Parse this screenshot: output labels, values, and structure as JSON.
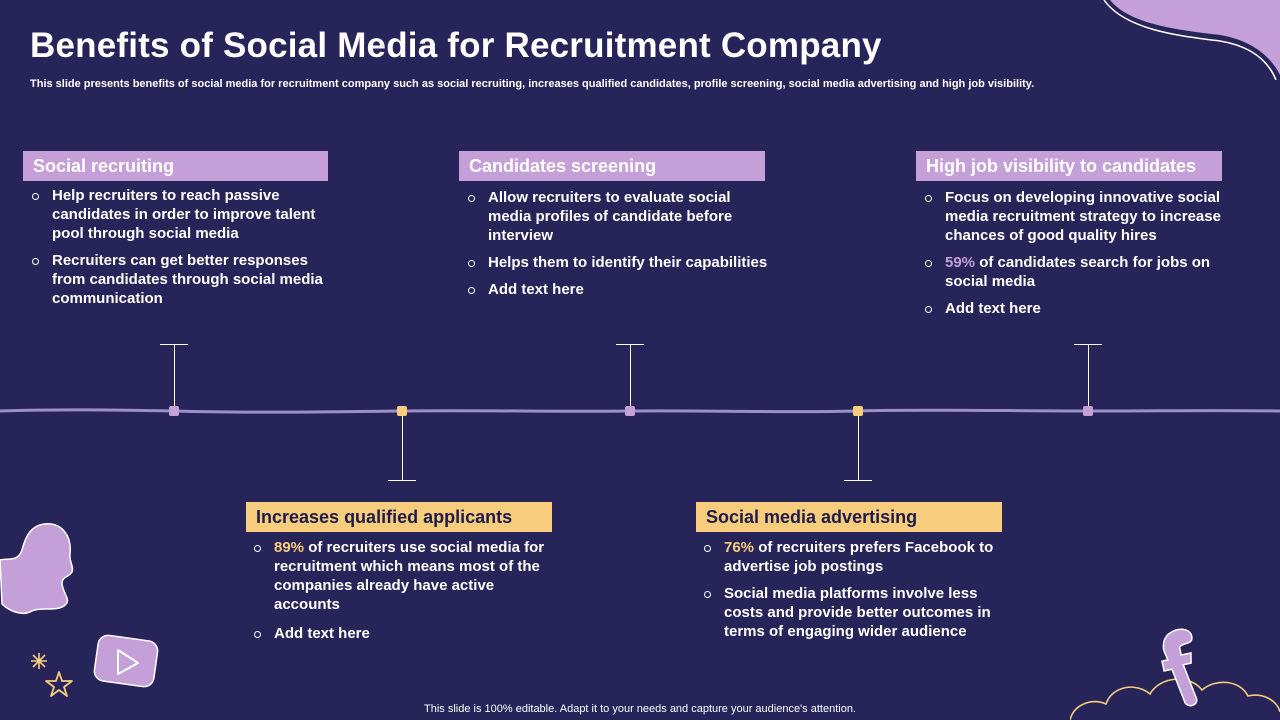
{
  "title": "Benefits of Social Media for Recruitment Company",
  "subtitle": "This slide presents benefits of social media for recruitment company such as social recruiting,  increases qualified candidates, profile screening, social media advertising and high job visibility.",
  "footer": "This slide is 100% editable. Adapt it to your needs and capture your audience's attention.",
  "items": [
    {
      "heading": "Social recruiting",
      "points": [
        "Help recruiters to reach passive candidates in order to improve talent pool through social media",
        "Recruiters can get better responses from candidates through social media communication"
      ]
    },
    {
      "heading": "Increases qualified applicants",
      "points": [
        {
          "pct": "89%",
          "text": " of recruiters use social media for recruitment which means most of the companies already have active accounts"
        },
        "Add text here"
      ]
    },
    {
      "heading": "Candidates screening",
      "points": [
        "Allow recruiters to evaluate social media profiles of candidate before interview",
        "Helps them to identify their capabilities",
        "Add text here"
      ]
    },
    {
      "heading": "Social media advertising",
      "points": [
        {
          "pct": "76%",
          "text": " of recruiters prefers Facebook to advertise job postings"
        },
        "Social media platforms involve less costs and provide better outcomes in terms of engaging wider audience"
      ]
    },
    {
      "heading": "High job visibility to candidates",
      "points": [
        "Focus on developing innovative social media recruitment strategy to increase chances of good quality hires",
        {
          "pct": "59%",
          "text": " of candidates search for jobs on social media"
        },
        "Add text here"
      ]
    }
  ],
  "colors": {
    "background": "#262459",
    "purple_accent": "#c59fd7",
    "yellow_accent": "#f7cc7c",
    "timeline": "#9d8fc7"
  },
  "decorations": [
    "snapchat-ghost-icon",
    "youtube-play-icon",
    "sparkle-icon",
    "star-icon",
    "facebook-icon",
    "cloud-outline",
    "corner-blob"
  ]
}
